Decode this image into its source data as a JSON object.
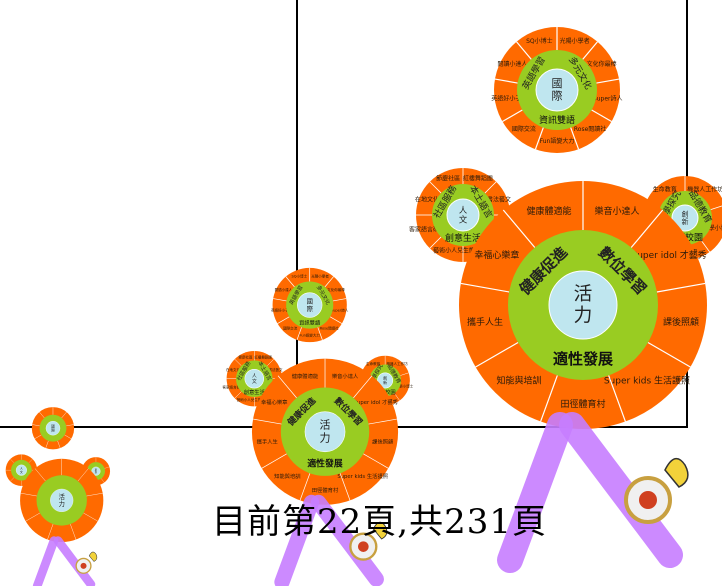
{
  "page_indicator": "目前第22頁,共231頁",
  "colors": {
    "outer": "#ff6a00",
    "ring": "#99cc22",
    "core": "#bfe6ef",
    "segment_line": "#ffffff",
    "ribbon": "#c77dff",
    "frame": "#000000"
  },
  "diagram": {
    "center": {
      "hub": "活力",
      "ring_top_left": "健康促進",
      "ring_top_right": "數位學習",
      "ring_bottom": "適性發展",
      "segments": [
        "樂音小達人",
        "Super idol 才藝秀",
        "課後照顧",
        "Super kids 生活護照",
        "田徑體育村",
        "知能與培訓",
        "攜手人生",
        "幸福心樂章",
        "健康體適能"
      ]
    },
    "top": {
      "hub": "國際",
      "ring_left": "英語學習",
      "ring_right": "多元文化",
      "ring_bottom": "資訊雙語",
      "segments": [
        "光陽小學者",
        "文化你最棒",
        "Super詩人",
        "Rose閱讀社",
        "Fun語變大力",
        "國際交流",
        "英語好小子",
        "閱讀小達人",
        "SQ小博士"
      ]
    },
    "left": {
      "hub": "人文",
      "ring_left": "社區服務",
      "ring_right": "本土語言",
      "ring_bottom": "創意生活",
      "segments": [
        "紅樓舞蹈團",
        "書法藝文",
        "本土一條龍",
        "生態小小兵",
        "藝術小人兒",
        "客家語言研習",
        "在地文化",
        "節慶社區"
      ]
    },
    "right": {
      "hub": "創新",
      "ring_left": "科學探究",
      "ring_right": "品德教育",
      "ring_bottom": "永續校園",
      "segments": [
        "機器人工作坊",
        "科學小博士",
        "綠能校園",
        "品格一百分",
        "生命教育"
      ]
    }
  }
}
